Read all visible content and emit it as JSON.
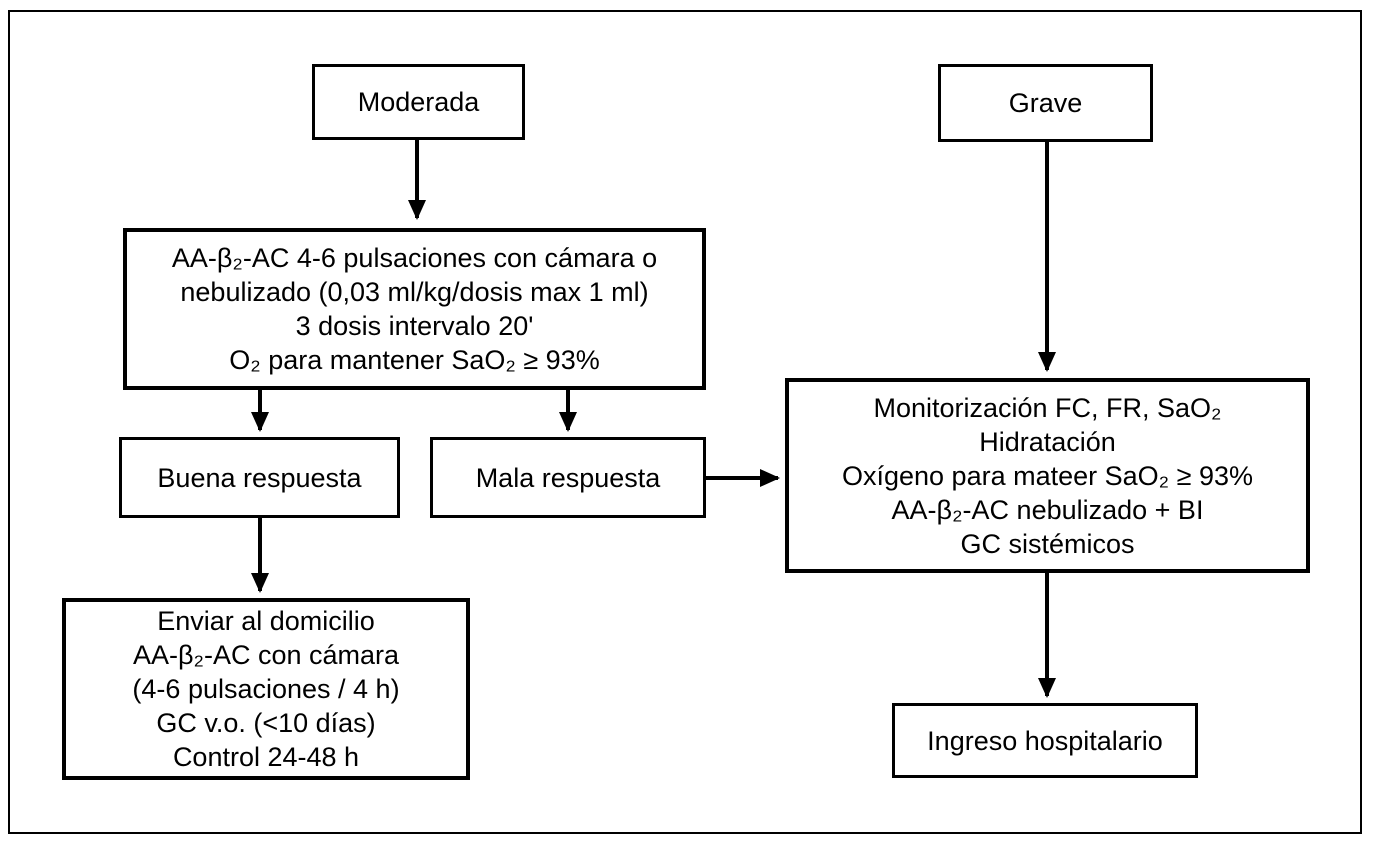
{
  "diagram": {
    "type": "flowchart",
    "language": "es",
    "colors": {
      "stroke": "#000000",
      "background": "#ffffff",
      "text": "#000000"
    },
    "nodes": {
      "moderada": {
        "label": "Moderada"
      },
      "grave": {
        "label": "Grave"
      },
      "treatment": {
        "lines": [
          "AA-β₂-AC 4-6 pulsaciones con cámara o",
          "nebulizado (0,03 ml/kg/dosis max 1 ml)",
          "3 dosis intervalo 20'",
          "O₂ para mantener SaO₂ ≥ 93%"
        ]
      },
      "buena_respuesta": {
        "label": "Buena respuesta"
      },
      "mala_respuesta": {
        "label": "Mala respuesta"
      },
      "monitorizacion": {
        "lines": [
          "Monitorización FC, FR, SaO₂",
          "Hidratación",
          "Oxígeno para mateer SaO₂ ≥ 93%",
          "AA-β₂-AC nebulizado + BI",
          "GC sistémicos"
        ]
      },
      "domicilio": {
        "lines": [
          "Enviar al domicilio",
          "AA-β₂-AC con cámara",
          "(4-6 pulsaciones / 4 h)",
          "GC v.o. (<10 días)",
          "Control 24-48 h"
        ]
      },
      "ingreso": {
        "label": "Ingreso hospitalario"
      }
    },
    "edges": [
      {
        "from": "moderada",
        "to": "treatment",
        "direction": "down"
      },
      {
        "from": "grave",
        "to": "monitorizacion",
        "direction": "down"
      },
      {
        "from": "treatment",
        "to": "buena_respuesta",
        "direction": "down"
      },
      {
        "from": "treatment",
        "to": "mala_respuesta",
        "direction": "down"
      },
      {
        "from": "mala_respuesta",
        "to": "monitorizacion",
        "direction": "right"
      },
      {
        "from": "buena_respuesta",
        "to": "domicilio",
        "direction": "down"
      },
      {
        "from": "monitorizacion",
        "to": "ingreso",
        "direction": "down"
      }
    ]
  }
}
